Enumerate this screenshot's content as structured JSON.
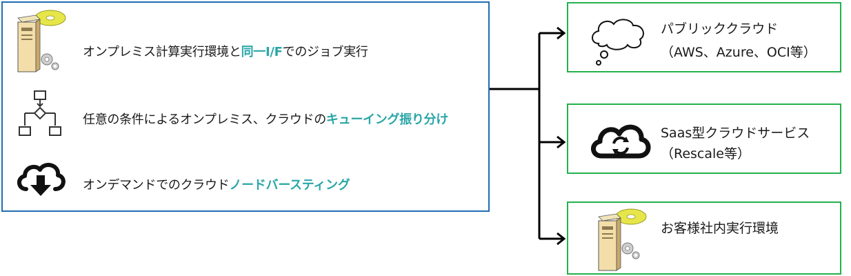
{
  "features": [
    {
      "text_before": "オンプレミス計算実行環境と",
      "highlight": "同一I/F",
      "text_after": "でのジョブ実行",
      "icon": "server-icon"
    },
    {
      "text_before": "任意の条件によるオンプレミス、クラウドの",
      "highlight": "キューイング振り分け",
      "text_after": "",
      "icon": "flowchart-icon"
    },
    {
      "text_before": "オンデマンドでのクラウド",
      "highlight": "ノードバースティング",
      "text_after": "",
      "icon": "cloud-download-icon"
    }
  ],
  "targets": [
    {
      "line1": "パブリッククラウド",
      "line2": "（AWS、Azure、OCI等）",
      "icon": "thought-cloud-icon"
    },
    {
      "line1": "Saas型クラウドサービス",
      "line2": "（Rescale等）",
      "icon": "cloud-sync-icon"
    },
    {
      "line1": "お客様社内実行環境",
      "line2": "",
      "icon": "server-icon"
    }
  ],
  "colors": {
    "main_border": "#1f6cb3",
    "target_border": "#22b14c",
    "highlight": "#2aa6a8"
  }
}
